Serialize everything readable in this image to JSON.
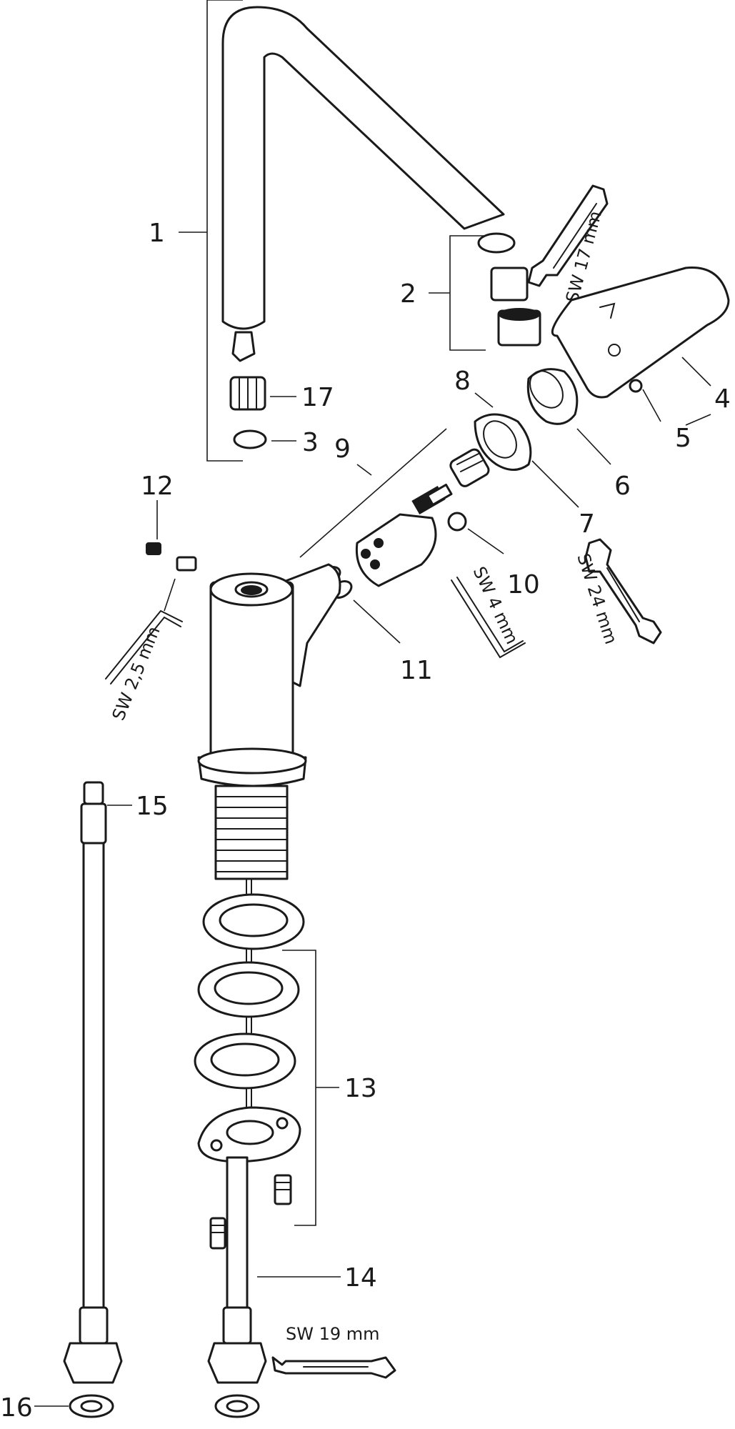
{
  "callouts": [
    "1",
    "2",
    "3",
    "4",
    "5",
    "6",
    "7",
    "8",
    "9",
    "10",
    "11",
    "12",
    "13",
    "14",
    "15",
    "16",
    "17"
  ],
  "tools": {
    "wrench_17": "SW 17 mm",
    "wrench_24": "SW 24 mm",
    "hex_key_4": "SW 4 mm",
    "hex_key_2_5": "SW 2,5 mm",
    "wrench_19": "SW 19 mm"
  },
  "colors": {
    "line": "#1a1a1a",
    "background": "#ffffff"
  }
}
